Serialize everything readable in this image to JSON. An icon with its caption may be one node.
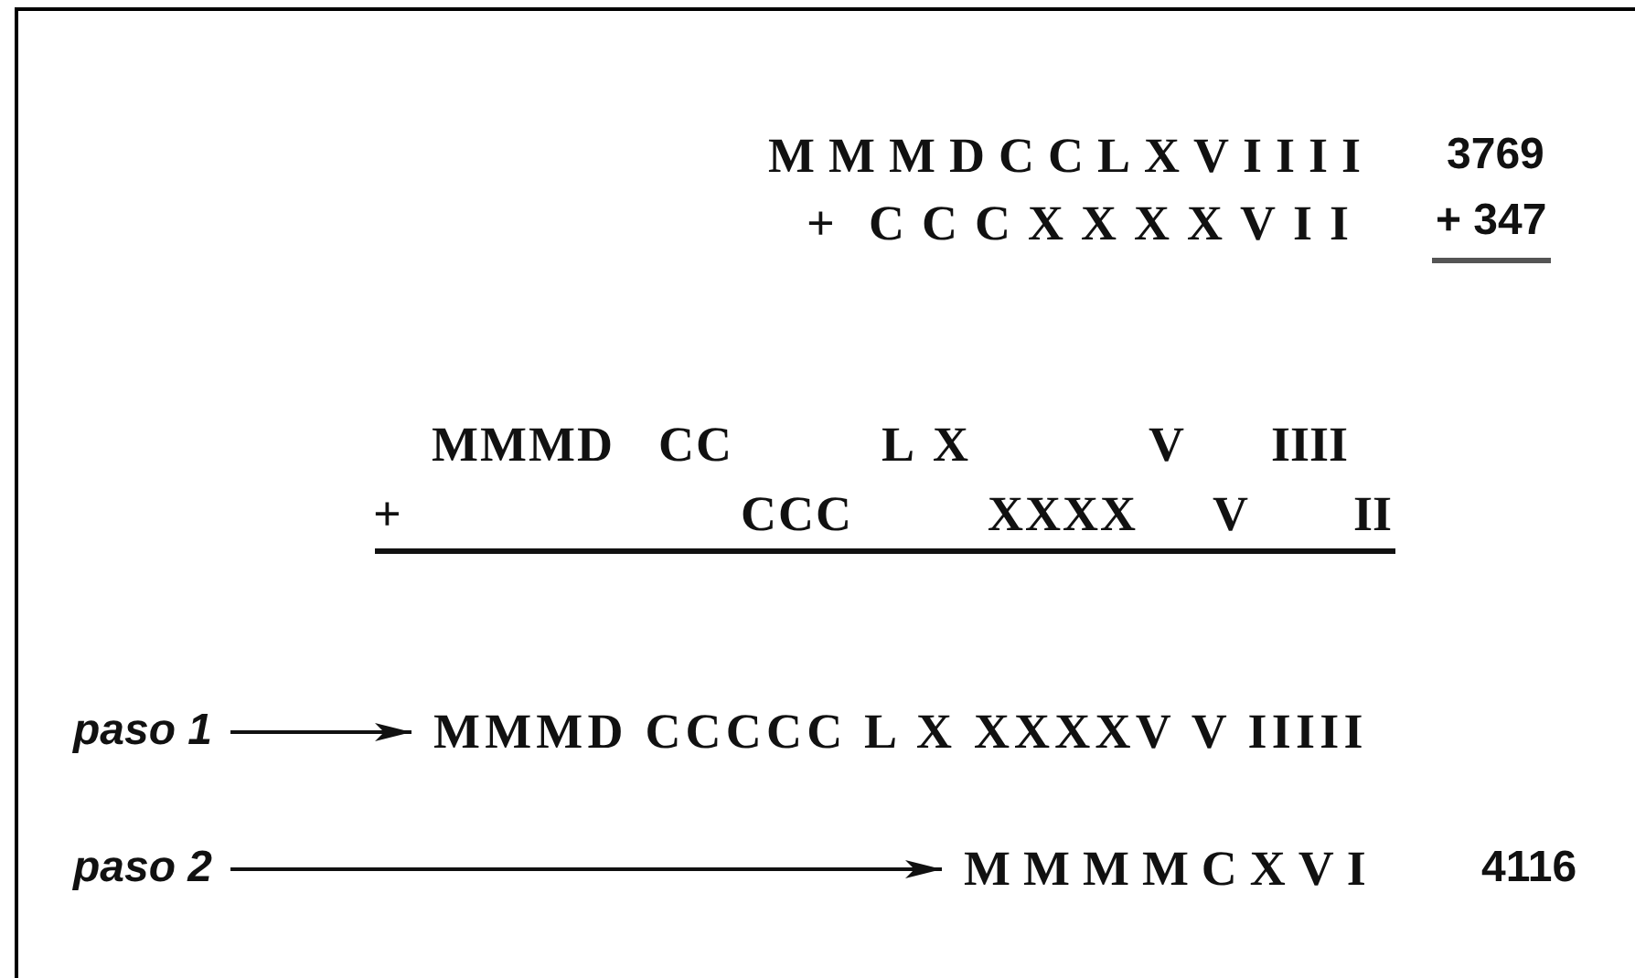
{
  "diagram": {
    "nodes": [
      {
        "text": [
          "paso 1"
        ]
      },
      {
        "text": [
          "MMMD CCCCC L X XXXXV V IIIII"
        ]
      },
      {
        "text": [
          "paso 2"
        ]
      },
      {
        "text": [
          "MMMMCXVI"
        ]
      }
    ],
    "edges": [
      {
        "from": 0,
        "to": 1,
        "arrow": "to"
      },
      {
        "from": 2,
        "to": 3,
        "arrow": "to"
      }
    ],
    "labels": [
      "MMMDCCLXVIIII",
      "3769",
      "+",
      "CCCXXXXVII",
      "+ 347",
      "MMMD",
      "CC",
      "L",
      "X",
      "V",
      "IIII",
      "+",
      "CCC",
      "XXXX",
      "V",
      "II",
      "4116"
    ]
  }
}
